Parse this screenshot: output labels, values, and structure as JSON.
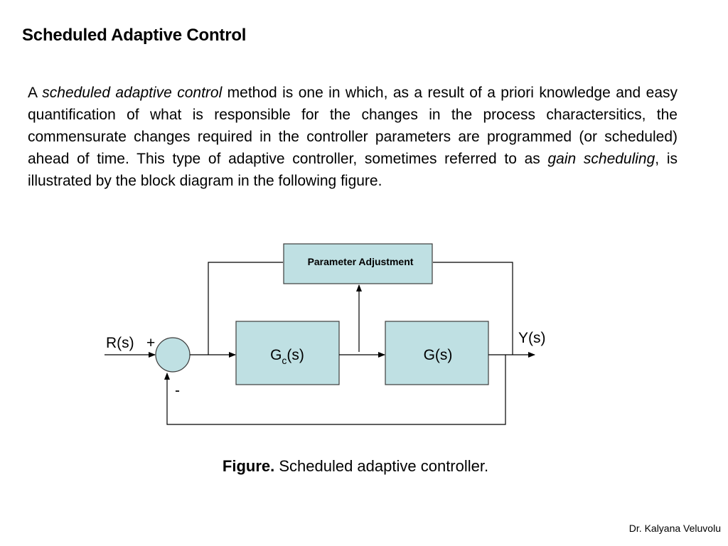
{
  "slide": {
    "title": "Scheduled Adaptive Control",
    "paragraph": {
      "part1": "A ",
      "term1": "scheduled adaptive control",
      "part2": " method is one in which, as a result of a priori knowledge and easy quantification of what is responsible for the changes in the process charactersitics, the commensurate changes required in the controller parameters are programmed (or scheduled) ahead of time. This type of adaptive controller, sometimes referred to as ",
      "term2": "gain scheduling",
      "part3": ", is illustrated by the block diagram in the following figure."
    },
    "author": "Dr. Kalyana Veluvolu"
  },
  "diagram": {
    "colors": {
      "block_fill": "#bfe0e3",
      "block_stroke": "#3c3c3c",
      "line": "#000000"
    },
    "parameter_block": "Parameter Adjustment",
    "controller_block": {
      "main": "G",
      "sub": "c",
      "suffix": "(s)"
    },
    "plant_block": "G(s)",
    "input_label": "R(s)",
    "plus_sign": "+",
    "minus_sign": "-",
    "output_label": "Y(s)"
  },
  "caption": {
    "label": "Figure.",
    "text": " Scheduled adaptive controller."
  }
}
